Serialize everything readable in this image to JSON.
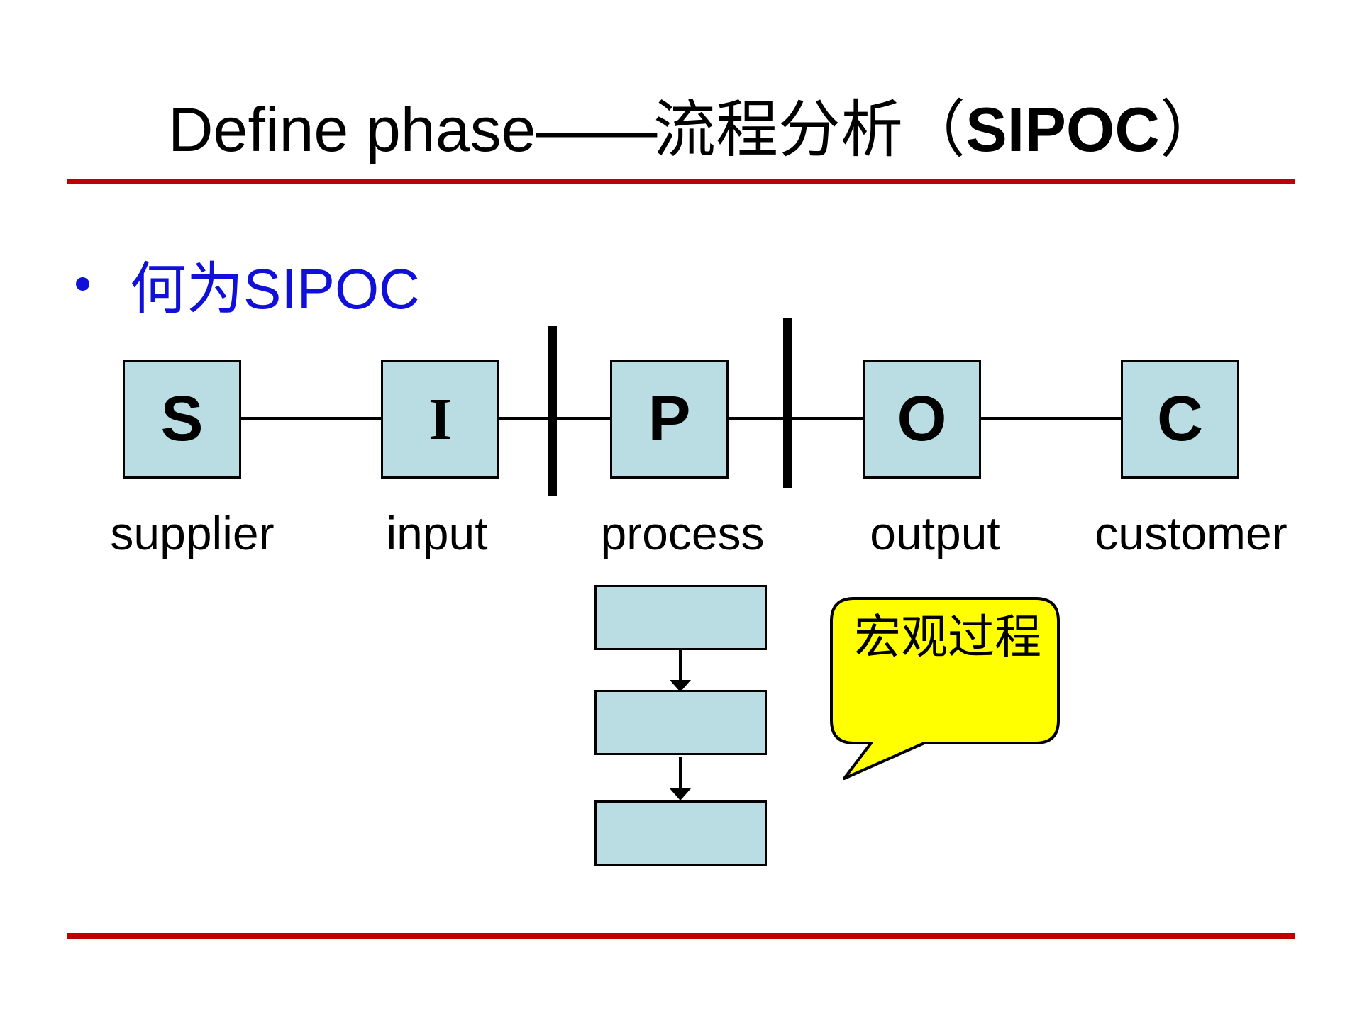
{
  "slide": {
    "title": {
      "latin": "Define phase",
      "dash": "——",
      "cn": "流程分析",
      "paren_open": "（",
      "acronym": "SIPOC",
      "paren_close": "）"
    },
    "bullet": {
      "cn": "何为",
      "latin": "SIPOC"
    },
    "sipoc_boxes": [
      {
        "letter": "S",
        "label": "supplier"
      },
      {
        "letter": "I",
        "label": "input"
      },
      {
        "letter": "P",
        "label": "process"
      },
      {
        "letter": "O",
        "label": "output"
      },
      {
        "letter": "C",
        "label": "customer"
      }
    ],
    "process_flow": {
      "step_count": 3
    },
    "callout": {
      "text": "宏观过程"
    },
    "colors": {
      "accent_red": "#c00000",
      "box_fill": "#b9dde2",
      "bullet_blue": "#1010d8",
      "callout_yellow": "#ffff00",
      "text_black": "#000000"
    }
  }
}
